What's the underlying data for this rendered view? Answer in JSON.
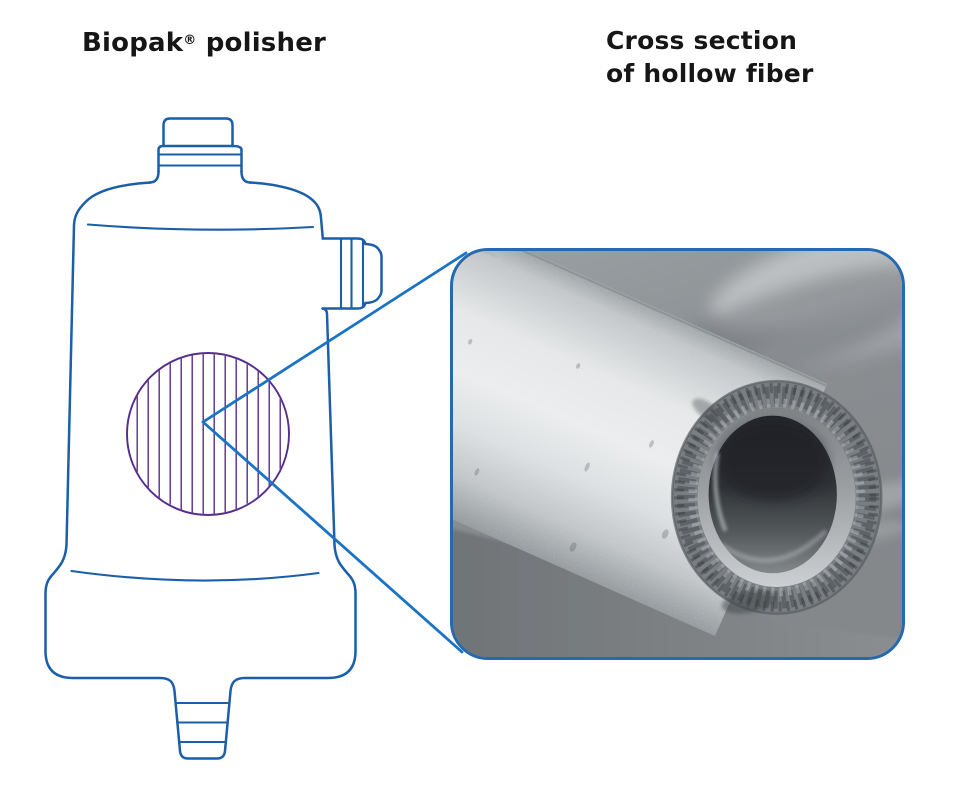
{
  "titles": {
    "left": {
      "brand": "Biopak",
      "registered": "®",
      "rest": " polisher"
    },
    "right": {
      "line1": "Cross section",
      "line2": "of hollow fiber"
    }
  },
  "colors": {
    "page-bg": "#ffffff",
    "title-text": "#161616",
    "outline-blue": "#1a5fa8",
    "callout-blue": "#1a73c4",
    "hatch-purple": "#562d8e",
    "photo-border-blue": "#2569b0"
  },
  "photo": {
    "subject": "hollow-fiber-cross-section-sem"
  }
}
